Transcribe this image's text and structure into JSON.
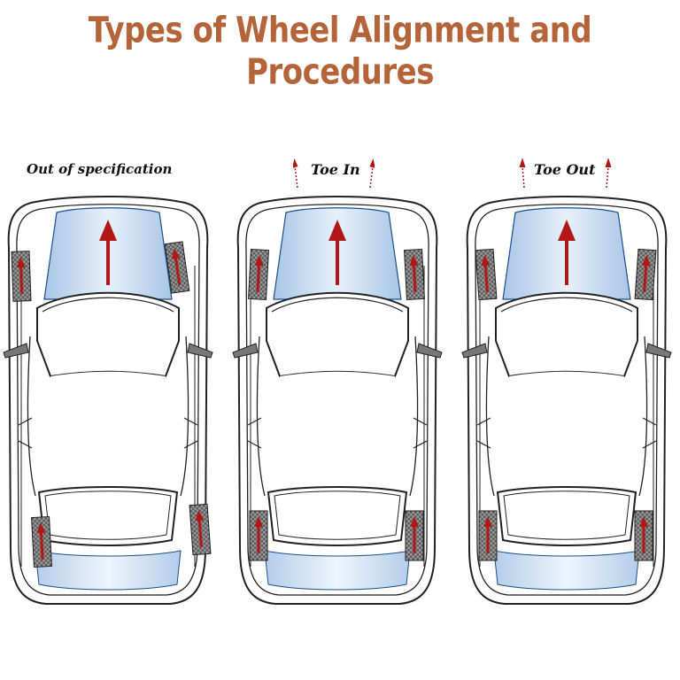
{
  "title": "Types of Wheel Alignment and Procedures",
  "cars": [
    {
      "label": "Out of specification",
      "wheels": "misaligned"
    },
    {
      "label": "Toe In",
      "wheels": "toe-in"
    },
    {
      "label": "Toe Out",
      "wheels": "toe-out"
    }
  ],
  "colors": {
    "title": "#b5643a",
    "arrow": "#b01818",
    "glass": "#c3d9ef",
    "outline": "#222222",
    "tire": "#555555"
  }
}
